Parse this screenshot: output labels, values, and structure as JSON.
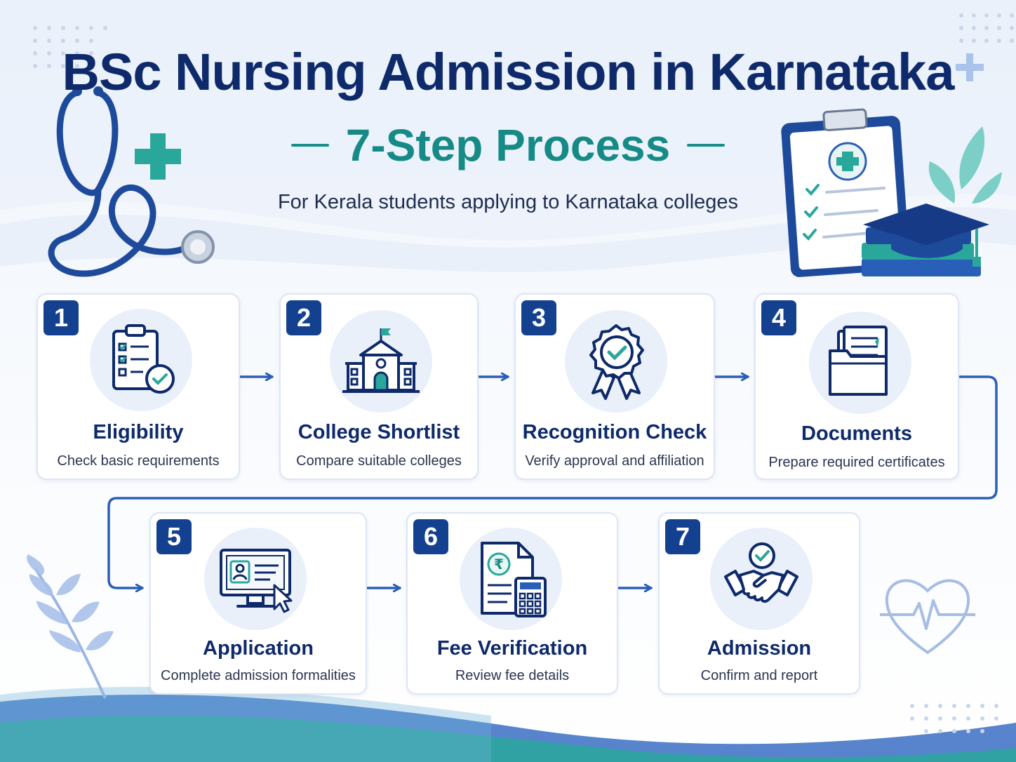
{
  "header": {
    "title": "BSc Nursing Admission in Karnataka",
    "subtitle": "7-Step Process",
    "tagline": "For Kerala students applying to Karnataka colleges"
  },
  "steps": [
    {
      "number": "1",
      "title": "Eligibility",
      "description": "Check basic requirements",
      "icon": "checklist-clipboard-icon"
    },
    {
      "number": "2",
      "title": "College Shortlist",
      "description": "Compare suitable colleges",
      "icon": "college-building-icon"
    },
    {
      "number": "3",
      "title": "Recognition Check",
      "description": "Verify approval and affiliation",
      "icon": "award-badge-icon"
    },
    {
      "number": "4",
      "title": "Documents",
      "description": "Prepare required certificates",
      "icon": "document-folder-icon"
    },
    {
      "number": "5",
      "title": "Application",
      "description": "Complete admission formalities",
      "icon": "computer-application-icon"
    },
    {
      "number": "6",
      "title": "Fee Verification",
      "description": "Review fee details",
      "icon": "fee-calculator-icon"
    },
    {
      "number": "7",
      "title": "Admission",
      "description": "Confirm and report",
      "icon": "handshake-icon"
    }
  ],
  "colors": {
    "navy": "#0e2a6b",
    "teal": "#168a86",
    "badge": "#14418f",
    "arrow": "#2a5fb8"
  }
}
